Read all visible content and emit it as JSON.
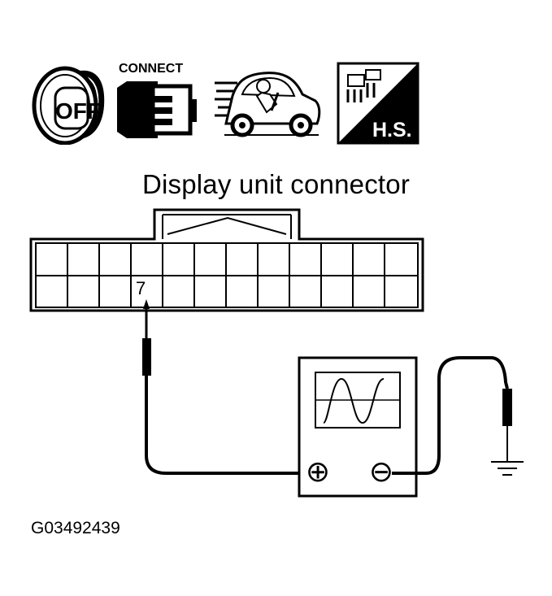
{
  "icons": {
    "ignition": {
      "icon": "ignition-key-icon",
      "label": "OFF"
    },
    "connect": {
      "icon": "connector-icon",
      "label": "CONNECT"
    },
    "driving": {
      "icon": "driving-car-icon"
    },
    "hs": {
      "icon": "hs-test-icon",
      "label": "H.S."
    }
  },
  "diagram": {
    "title": "Display unit connector",
    "terminal": "7",
    "meter": {
      "positive": "⊕",
      "negative": "⊖"
    }
  },
  "reference_code": "G03492439"
}
